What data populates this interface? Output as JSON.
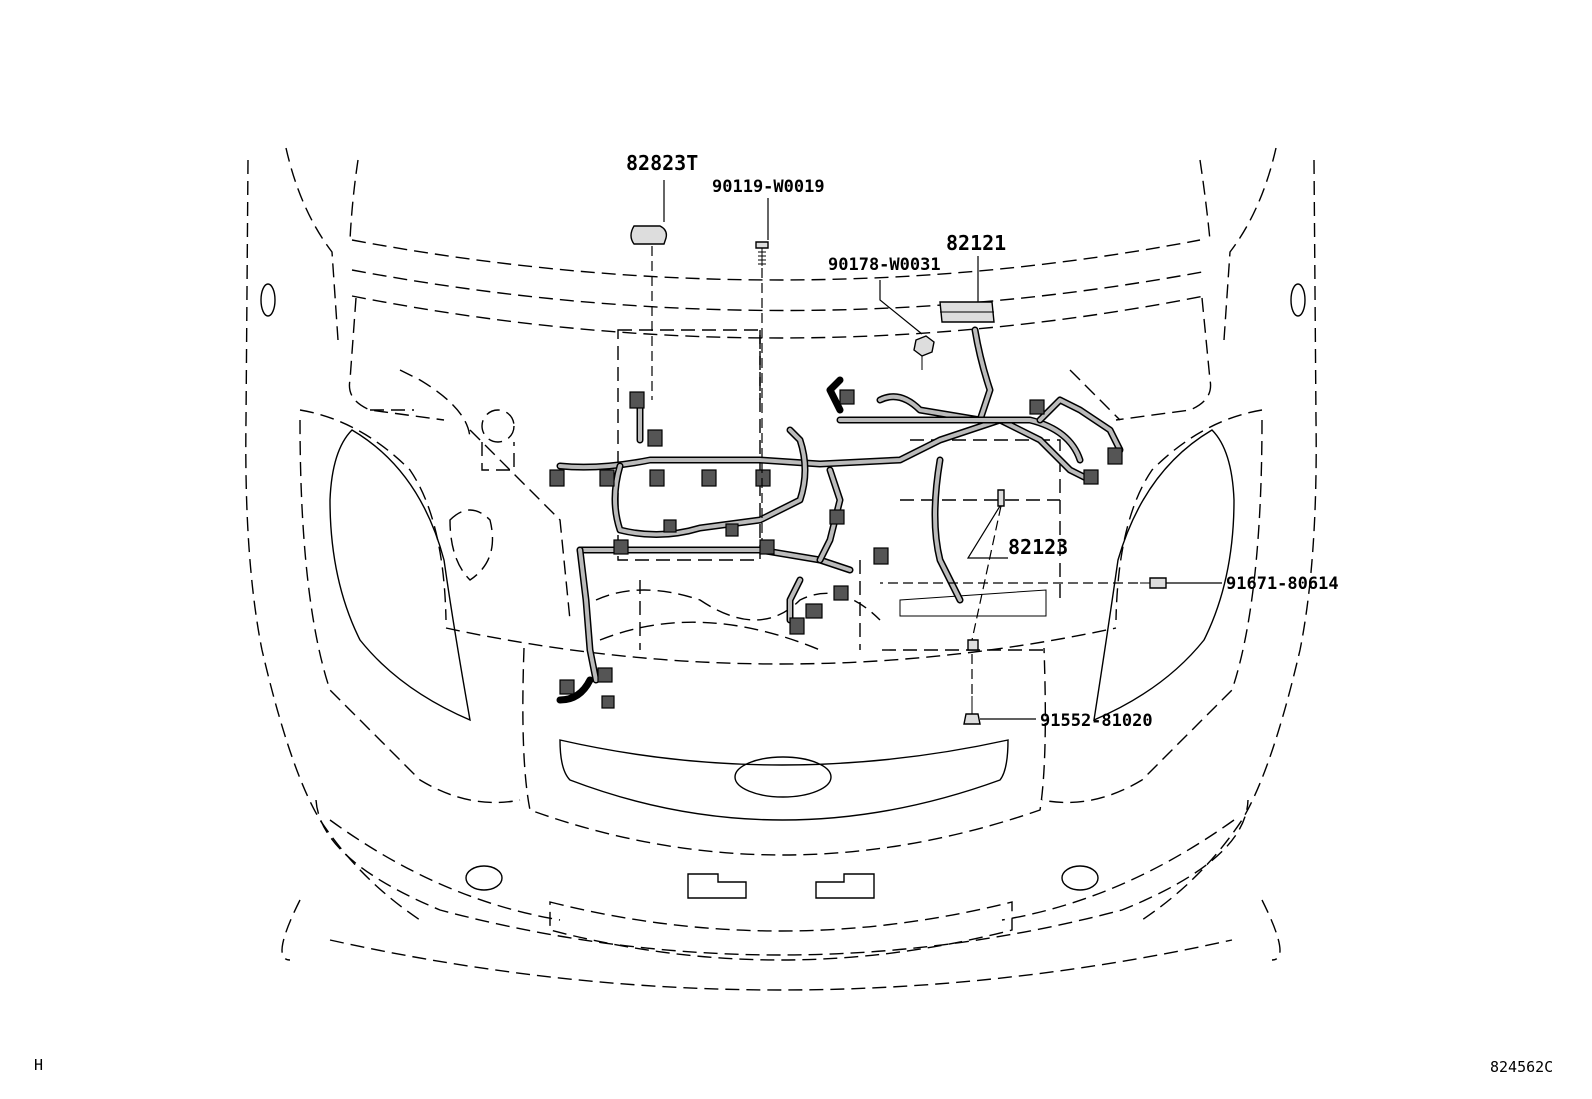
{
  "parts": {
    "p82823T": "82823T",
    "p90119": "90119-W0019",
    "p90178": "90178-W0031",
    "p82121": "82121",
    "p82123": "82123",
    "p91671": "91671-80614",
    "p91552": "91552-81020"
  },
  "corner": {
    "left": "H",
    "right": "824562C"
  }
}
